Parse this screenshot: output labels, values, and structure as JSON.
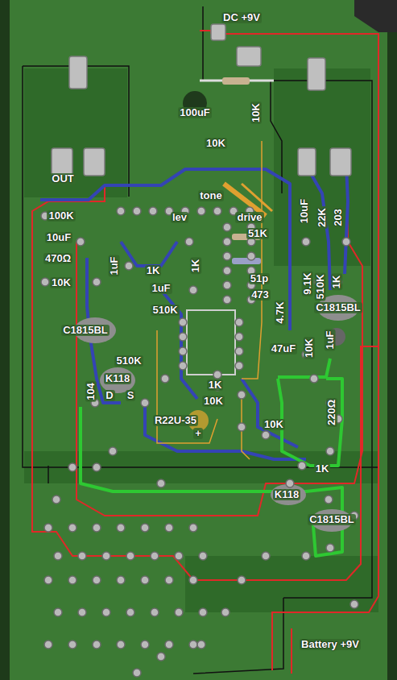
{
  "diagram": {
    "labels": [
      "DC +9V",
      "100uF",
      "10K",
      "10K",
      "OUT",
      "tone",
      "lev",
      "drive",
      "10uF",
      "22K",
      "203",
      "100K",
      "10uF",
      "470Ω",
      "10K",
      "1uF",
      "1K",
      "1K",
      "51K",
      "51p",
      "473",
      "1uF",
      "9.1K",
      "510K",
      "1K",
      "510K",
      "C1815BL",
      "C1815BL",
      "4.7K",
      "47uF",
      "10K",
      "1uF",
      "510K",
      "104",
      "K118",
      "D",
      "S",
      "1K",
      "10K",
      "R22U-35",
      "+",
      "220Ω",
      "10K",
      "1K",
      "K118",
      "C1815BL",
      "Battery +9V"
    ]
  }
}
